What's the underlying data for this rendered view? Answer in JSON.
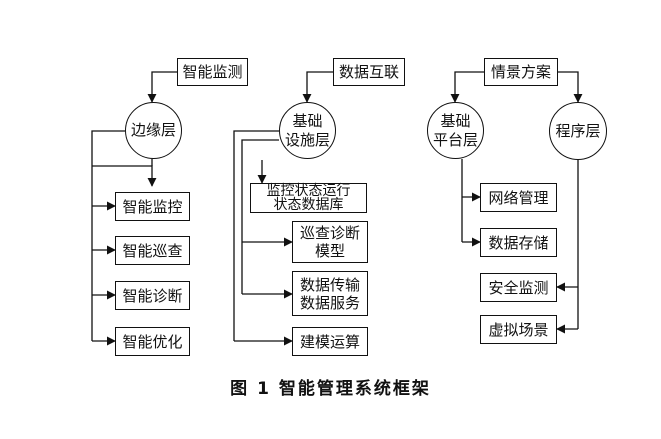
{
  "columns": {
    "left": {
      "header": "智能监测",
      "node": "边缘层",
      "items": [
        "智能监控",
        "智能巡查",
        "智能诊断",
        "智能优化"
      ]
    },
    "middle": {
      "header": "数据互联",
      "node": "基础\n设施层",
      "items": [
        "监控状态运行\n状态数据库",
        "巡查诊断\n模型",
        "数据传输\n数据服务",
        "建模运算"
      ]
    },
    "right": {
      "header": "情景方案",
      "node_a": "基础\n平台层",
      "node_b": "程序层",
      "items": [
        "网络管理",
        "数据存储",
        "安全监测",
        "虚拟场景"
      ]
    }
  },
  "caption": "图 1  智能管理系统框架"
}
